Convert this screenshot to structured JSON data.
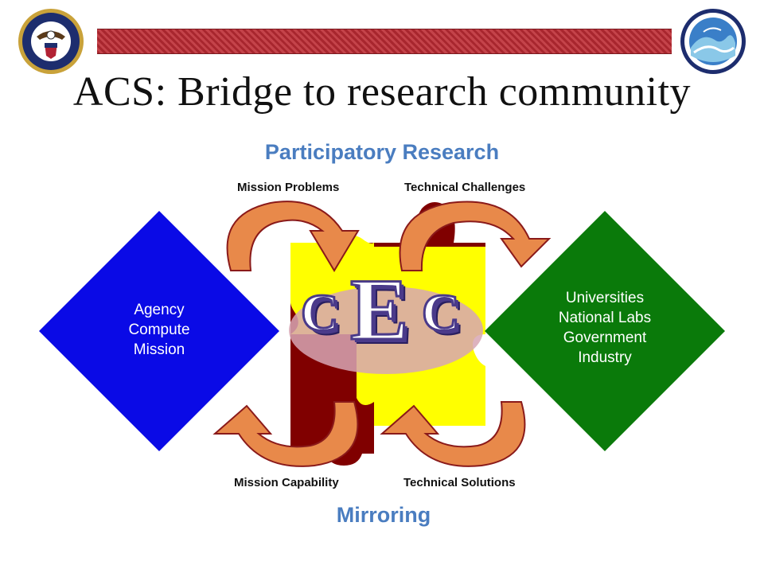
{
  "title": "ACS: Bridge to research community",
  "top_label": "Participatory Research",
  "bottom_label": "Mirroring",
  "arrow_labels": {
    "top_left": "Mission Problems",
    "top_right": "Technical Challenges",
    "bottom_left": "Mission Capability",
    "bottom_right": "Technical Solutions"
  },
  "left_diamond": {
    "lines": [
      "Agency",
      "Compute",
      "Mission"
    ],
    "color": "#0a0ae6"
  },
  "right_diamond": {
    "lines": [
      "Universities",
      "National Labs",
      "Government",
      "Industry"
    ],
    "color": "#0a7a0a"
  },
  "center": {
    "letters": [
      "C",
      "E",
      "C"
    ]
  },
  "colors": {
    "banner": "#a8262e",
    "label_blue": "#4a7dc0",
    "puzzle_yellow": "#ffff00",
    "puzzle_maroon": "#800000",
    "arrow_orange": "#e8894a"
  }
}
